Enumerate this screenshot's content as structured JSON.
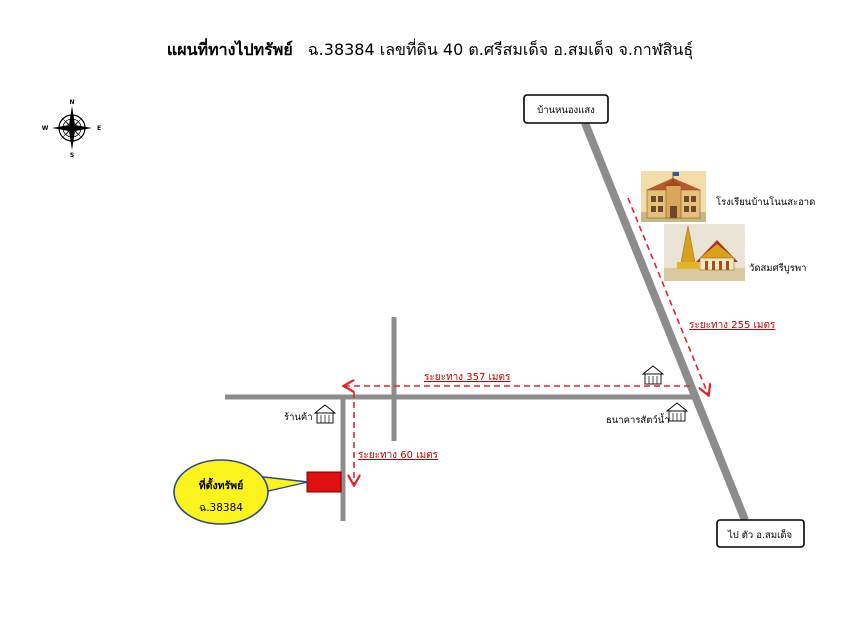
{
  "title": {
    "main": "แผนที่ทางไปทรัพย์",
    "detail": "ฉ.38384  เลขที่ดิน  40  ต.ศรีสมเด็จ  อ.สมเด็จ  จ.กาฬสินธุ์"
  },
  "compass": {
    "n": "N",
    "s": "S",
    "e": "E",
    "w": "W"
  },
  "places": {
    "village_top": "บ้านหนองแสง",
    "school": "โรงเรียนบ้านโนนสะอาด",
    "temple": "วัดสมศรีบูรพา",
    "shop": "ร้านค้า",
    "bank": "ธนาคารสัตว์น้ำ",
    "to_town": "ไป ตัว อ.สมเด็จ"
  },
  "distances": {
    "diag": "ระยะทาง 255 เมตร",
    "horiz": "ระยะทาง 357 เมตร",
    "vert": "ระยะทาง 60 เมตร"
  },
  "property": {
    "line1": "ที่ตั้งทรัพย์",
    "line2": "ฉ.38384"
  },
  "colors": {
    "road": "#8c8c8c",
    "route": "#e0242a",
    "property": "#e01010",
    "callout": "#fbf31c"
  }
}
